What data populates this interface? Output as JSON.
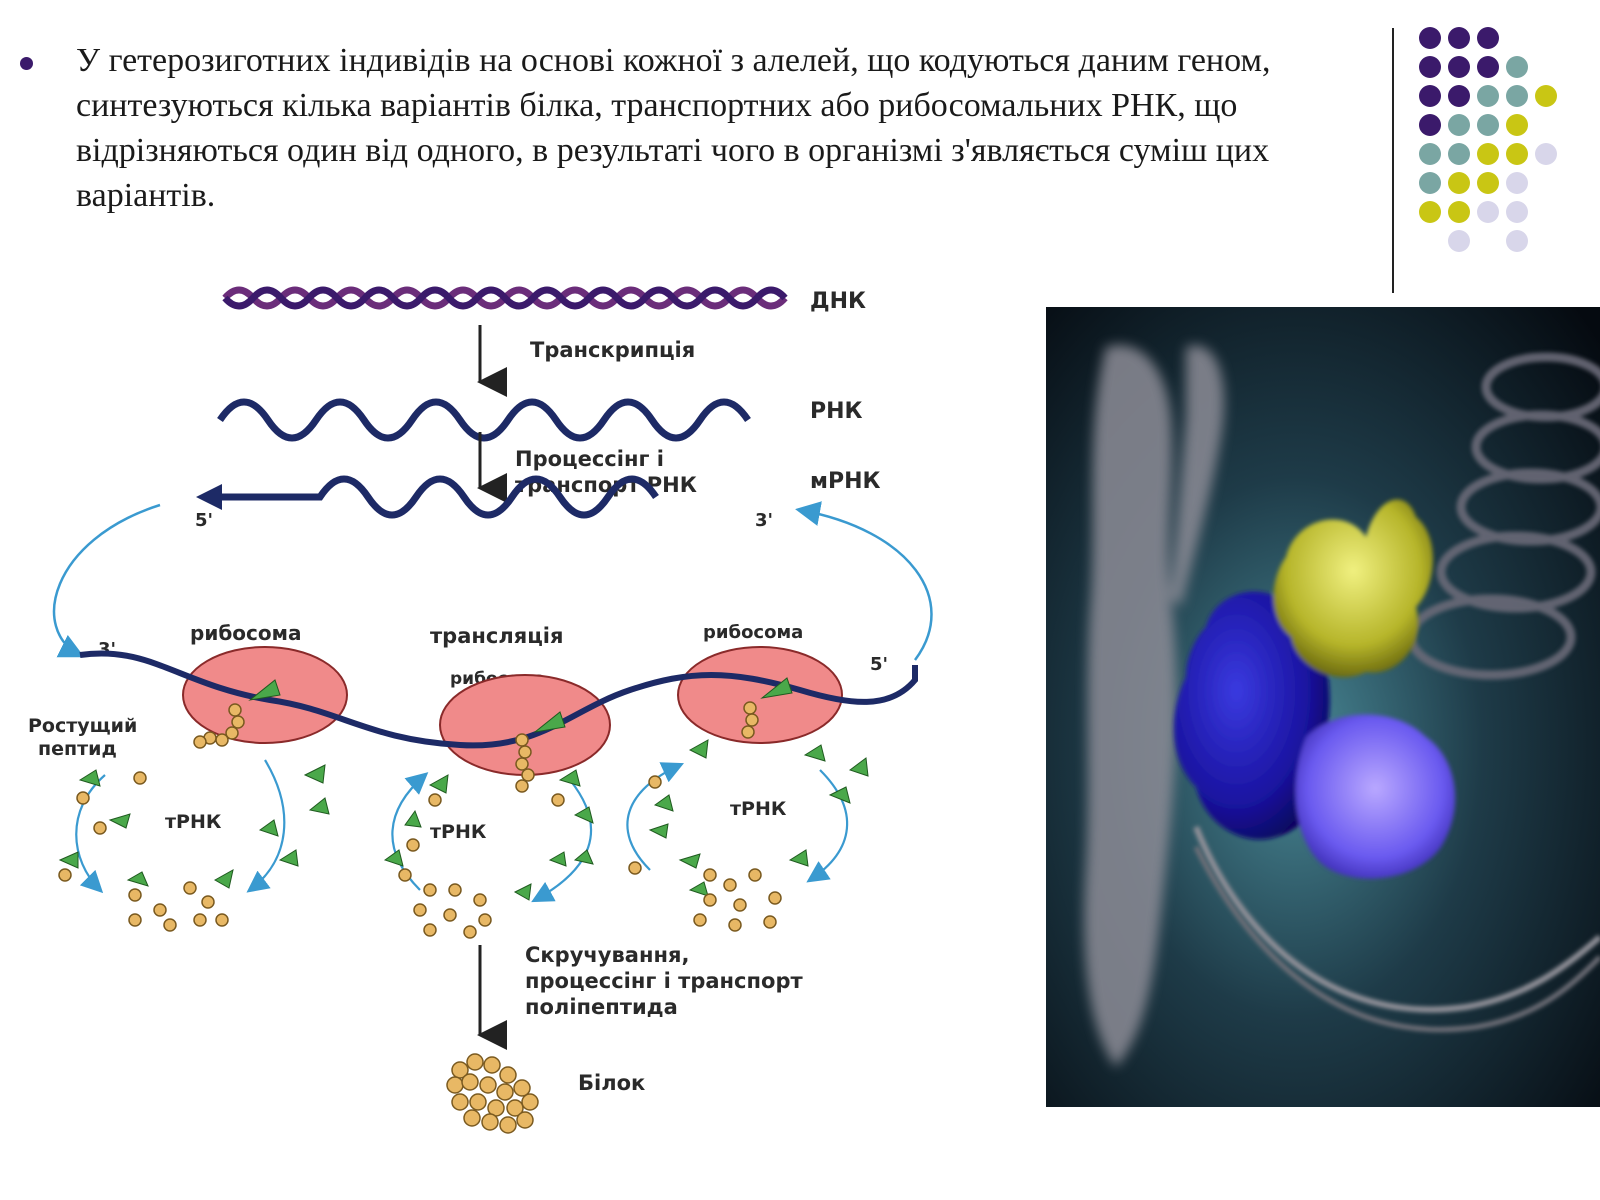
{
  "slide": {
    "bullet_text": "У гетерозиготних індивідів на основі кожної з алелей, що кодуються даним геном, синтезуються кілька варіантів білка, транспортних або рибосомальних РНК, що відрізняються один від одного, в результаті чого в організмі з'являється суміш цих варіантів."
  },
  "decor": {
    "colors": {
      "purple": "#3b1a6b",
      "teal": "#7aa6a3",
      "olive": "#c9c614",
      "lavender": "#d8d6ea"
    },
    "grid_rows": [
      [
        "purple",
        "purple",
        "purple",
        "",
        ""
      ],
      [
        "purple",
        "purple",
        "purple",
        "teal",
        ""
      ],
      [
        "purple",
        "purple",
        "teal",
        "teal",
        "olive"
      ],
      [
        "purple",
        "teal",
        "teal",
        "olive",
        ""
      ],
      [
        "teal",
        "teal",
        "olive",
        "olive",
        "lavender"
      ],
      [
        "teal",
        "olive",
        "olive",
        "lavender",
        ""
      ],
      [
        "olive",
        "olive",
        "lavender",
        "lavender",
        ""
      ],
      [
        "",
        "lavender",
        "",
        "lavender",
        ""
      ]
    ]
  },
  "diagram": {
    "dna": "ДНК",
    "transcription": "Транскрипція",
    "rna": "РНК",
    "processing_line1": "Процессінг і",
    "processing_line2": "транспорт РНК",
    "mrna": "мРНК",
    "five_prime_left": "5'",
    "three_prime_right": "3'",
    "three_prime_left": "3'",
    "five_prime_right": "5'",
    "ribosome_left": "рибосома",
    "translation": "трансляція",
    "ribosome_center": "рибосома",
    "ribosome_right": "рибосома",
    "peptide_line1": "Ростущий",
    "peptide_line2": "пептид",
    "trna_left": "тРНК",
    "trna_center": "тРНК",
    "trna_right": "тРНК",
    "folding_line1": "Скручування,",
    "folding_line2": "процессінг і транспорт",
    "folding_line3": "поліпептида",
    "protein": "Білок"
  }
}
